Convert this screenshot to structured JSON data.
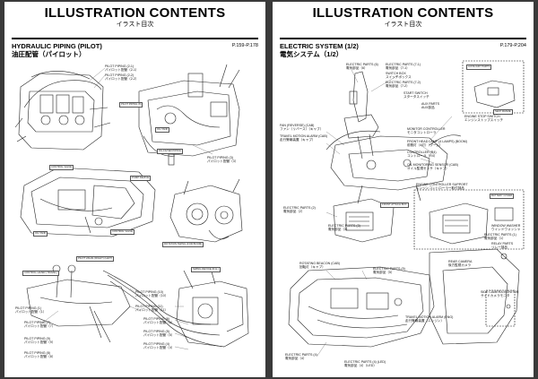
{
  "left_page": {
    "title": "ILLUSTRATION CONTENTS",
    "subtitle": "イラスト目次",
    "section_title": "HYDRAULIC PIPING (PILOT)",
    "section_jp": "油圧配管（パイロット）",
    "page_range": "P.159-P.178",
    "callouts": [
      {
        "line1": "PILOT PIPING (2-1)",
        "line2": "パイロット配管（2-1）"
      },
      {
        "line1": "PILOT PIPING (2-2)",
        "line2": "パイロット配管（2-2）"
      },
      {
        "line1": "PILOT PIPING (3)",
        "line2": "パイロット配管（3）"
      },
      {
        "line1": "PILOT PIPING (1)",
        "line2": "パイロット配管（1）"
      },
      {
        "line1": "PILOT PIPING (10)",
        "line2": "パイロット配管（10）"
      },
      {
        "line1": "PILOT PIPING (11)",
        "line2": "パイロット配管（11）"
      },
      {
        "line1": "PILOT PIPING (7)",
        "line2": "パイロット配管（7）"
      },
      {
        "line1": "PILOT PIPING (6)",
        "line2": "パイロット配管（6）"
      },
      {
        "line1": "PILOT PIPING (5)",
        "line2": "パイロット配管（5）"
      },
      {
        "line1": "PILOT PIPING (4)",
        "line2": "パイロット配管（4）"
      },
      {
        "line1": "PILOT PIPING (9)",
        "line2": "パイロット配管（9）"
      },
      {
        "line1": "PILOT PIPING (8)",
        "line2": "パイロット配管（8）"
      }
    ],
    "tags": [
      "PILOT PIPING (6)",
      "OIL TANK",
      "OIL FILTER PIPING",
      "CONTROL VALVE",
      "PUMP DEVICE",
      "OIL TANK",
      "CONTROL VALVE",
      "ROTATION SWING (FOR BOOM)",
      "PILOT VALVE (RIGHT) (LEFT)",
      "CONTROL LEVER (TRAVEL)",
      "SWING DEVICE (R.H.)"
    ]
  },
  "right_page": {
    "title": "ILLUSTRATION CONTENTS",
    "subtitle": "イラスト目次",
    "section_title": "ELECTRIC SYSTEM (1/2)",
    "section_jp": "電気システム（1/2）",
    "page_range": "P.179-P.204",
    "callouts": [
      {
        "line1": "ELECTRIC PARTS (6)",
        "line2": "電気部品（6）"
      },
      {
        "line1": "ELECTRIC PARTS (7-1)",
        "line2": "電気部品（7-1）"
      },
      {
        "line1": "SWITCH BOX",
        "line2": "スイッチボックス"
      },
      {
        "line1": "ELECTRIC PARTS (7-2)",
        "line2": "電気部品（7-2）"
      },
      {
        "line1": "START SWITCH",
        "line2": "スタータスイッチ"
      },
      {
        "line1": "AUX PARTS",
        "line2": "AUX部品"
      },
      {
        "line1": "ENGINE STOP SWITCH",
        "line2": "エンジンストップスイッチ"
      },
      {
        "line1": "MONITOR CONTROLLER",
        "line2": "モニタコントローラ"
      },
      {
        "line1": "FAN (REVERSE) (CAB)",
        "line2": "ファン（リバース）（キャブ）"
      },
      {
        "line1": "TRAVEL MOTION ALARM (CAB)",
        "line2": "走行警報装置（キャブ）"
      },
      {
        "line1": "FRONT HEAD LAMP (4 LAMPS) (BOOM)",
        "line2": "前照灯（4灯）（ブーム）"
      },
      {
        "line1": "CONTROLLER (R4)",
        "line2": "コントローラ（R4）"
      },
      {
        "line1": "OIL MONITORING SENSOR (CAB)",
        "line2": "オイル監視センサ（キャブ）"
      },
      {
        "line1": "ENGINE CONTROLLER SUPPORT",
        "line2": "エンジンコントローラー取付部品"
      },
      {
        "line1": "ELECTRIC PARTS (2)",
        "line2": "電気部品（2）"
      },
      {
        "line1": "ELECTRIC PARTS (3)",
        "line2": "電気部品（3）"
      },
      {
        "line1": "WINDOW WASHER",
        "line2": "ウインドウォッシャ"
      },
      {
        "line1": "ELECTRIC PARTS (1)",
        "line2": "電気部品（1）"
      },
      {
        "line1": "RELAY PARTS",
        "line2": "リレー部品"
      },
      {
        "line1": "REAR CAMERA",
        "line2": "後方監視カメラ"
      },
      {
        "line1": "ROTATING BEACON (CAB)",
        "line2": "回転灯（キャブ）"
      },
      {
        "line1": "ELECTRIC PARTS (5)",
        "line2": "電気部品（5）"
      },
      {
        "line1": "SIDE CAMERA MONITOR",
        "line2": "サイドカメラモニタ"
      },
      {
        "line1": "TRAVEL MOTION ALARM (ENG)",
        "line2": "走行警報装置（エンジン）"
      },
      {
        "line1": "ELECTRIC PARTS (4)",
        "line2": "電気部品（4）"
      },
      {
        "line1": "ELECTRIC PARTS (4) (LED)",
        "line2": "電気部品（4）（LED）"
      }
    ],
    "tags": [
      "AUXILIARY PARTS",
      "SEAT FRAME",
      "BATTERY COVER",
      "FRONT ATTACH BOX"
    ]
  }
}
